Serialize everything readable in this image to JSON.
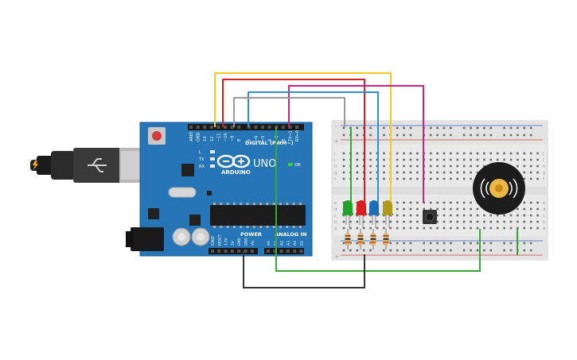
{
  "circuit": {
    "board": {
      "brand": "ARDUINO",
      "model": "UNO",
      "digital_header_label": "DIGITAL (PWM~)",
      "power_header_label": "POWER",
      "analog_header_label": "ANALOG IN",
      "on_label": "ON",
      "led_labels": [
        "L",
        "TX",
        "RX"
      ],
      "digital_pins": [
        "AREF",
        "GND",
        "13",
        "12",
        "~11",
        "~10",
        "~9",
        "8",
        "7",
        "~6",
        "~5",
        "4",
        "~3",
        "2",
        "TX→1",
        "RX←0"
      ],
      "power_pins": [
        "IOREF",
        "RESET",
        "3.3V",
        "5V",
        "GND",
        "GND",
        "Vin"
      ],
      "analog_pins": [
        "A0",
        "A1",
        "A2",
        "A3",
        "A4",
        "A5"
      ]
    },
    "breadboard": {
      "row_letters_top": [
        "j",
        "i",
        "h",
        "g",
        "f"
      ],
      "row_letters_bottom": [
        "e",
        "d",
        "c",
        "b",
        "a"
      ],
      "rail_plus": "+",
      "rail_minus": "-"
    },
    "components": {
      "leds": [
        {
          "name": "green-led",
          "color": "#22a22a"
        },
        {
          "name": "red-led",
          "color": "#d81e1e"
        },
        {
          "name": "blue-led",
          "color": "#1d6fb5"
        },
        {
          "name": "yellow-led",
          "color": "#b09a1c"
        }
      ],
      "resistor_count": 4,
      "pushbutton": "pushbutton",
      "buzzer": "piezo-buzzer"
    },
    "wire_colors": {
      "yellow": "#f2cc1c",
      "red": "#d81e1e",
      "magenta": "#c8267e",
      "blue": "#2f8fd0",
      "gray": "#9a9a9a",
      "green": "#3aa63a",
      "black": "#333333"
    }
  }
}
